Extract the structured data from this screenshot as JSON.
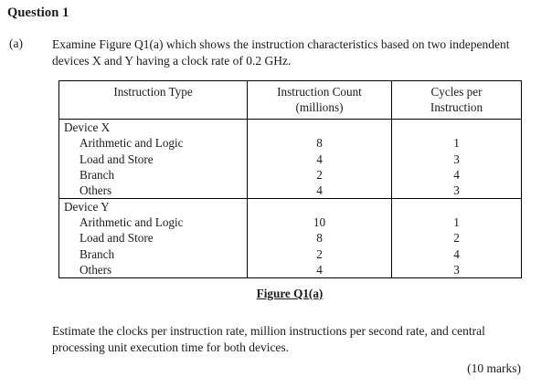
{
  "document": {
    "question_title": "Question 1",
    "part_label": "(a)",
    "part_text": "Examine Figure Q1(a) which shows the instruction characteristics based on two independent devices X and Y having a clock rate of 0.2 GHz.",
    "figure_caption": "Figure Q1(a)",
    "closing_text": "Estimate the clocks per instruction rate, million instructions per second rate, and central processing unit execution time for both devices.",
    "marks": "(10 marks)"
  },
  "chart_data": {
    "type": "table",
    "title": "Figure Q1(a)",
    "columns": [
      {
        "line1": "Instruction Type",
        "line2": ""
      },
      {
        "line1": "Instruction Count",
        "line2": "(millions)"
      },
      {
        "line1": "Cycles per",
        "line2": "Instruction"
      }
    ],
    "groups": [
      {
        "name": "Device X",
        "rows": [
          {
            "type": "Arithmetic and Logic",
            "instruction_count_millions": "8",
            "cycles_per_instruction": "1"
          },
          {
            "type": "Load and Store",
            "instruction_count_millions": "4",
            "cycles_per_instruction": "3"
          },
          {
            "type": "Branch",
            "instruction_count_millions": "2",
            "cycles_per_instruction": "4"
          },
          {
            "type": "Others",
            "instruction_count_millions": "4",
            "cycles_per_instruction": "3"
          }
        ]
      },
      {
        "name": "Device Y",
        "rows": [
          {
            "type": "Arithmetic and Logic",
            "instruction_count_millions": "10",
            "cycles_per_instruction": "1"
          },
          {
            "type": "Load and Store",
            "instruction_count_millions": "8",
            "cycles_per_instruction": "2"
          },
          {
            "type": "Branch",
            "instruction_count_millions": "2",
            "cycles_per_instruction": "4"
          },
          {
            "type": "Others",
            "instruction_count_millions": "4",
            "cycles_per_instruction": "3"
          }
        ]
      }
    ]
  }
}
